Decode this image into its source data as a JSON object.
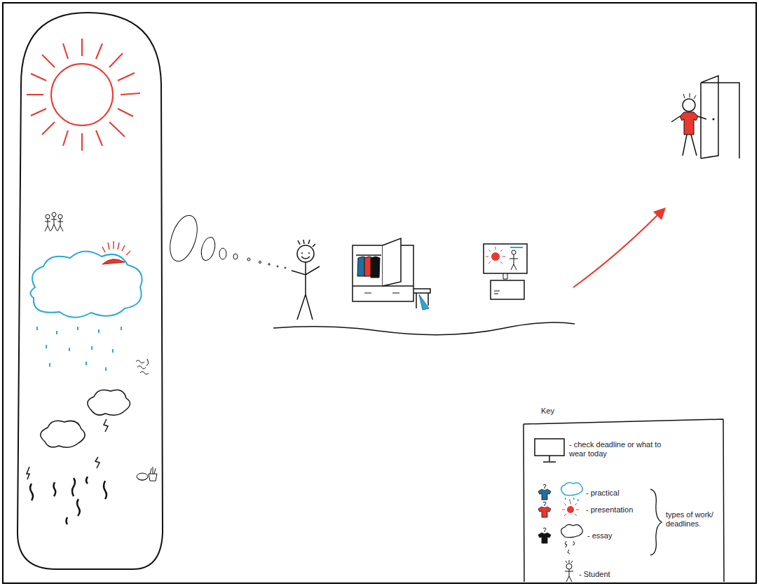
{
  "diagram": {
    "labels": [
      "Key",
      "types of work/ deadlines."
    ],
    "legend": [
      {
        "text": "- check deadline or what to wear today"
      },
      {
        "text": "- practical",
        "color": "#1f6fa0"
      },
      {
        "text": "- presentation",
        "color": "#e8382f"
      },
      {
        "text": "- essay",
        "color": "#111111"
      },
      {
        "text": "- Student"
      }
    ]
  }
}
